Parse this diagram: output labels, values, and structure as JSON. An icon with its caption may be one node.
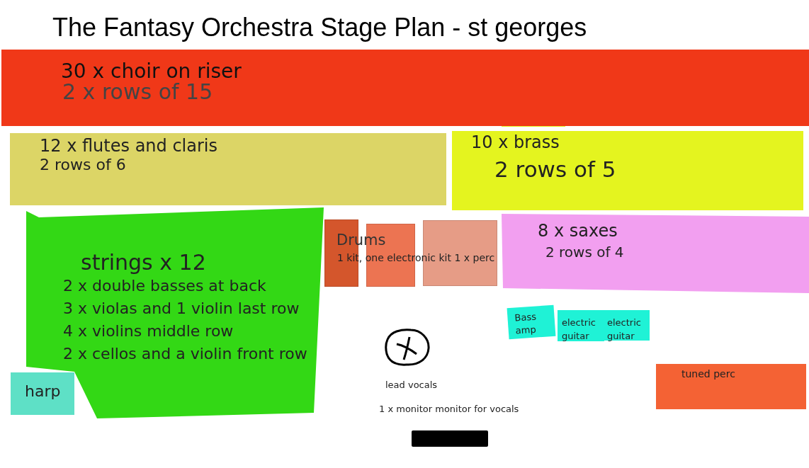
{
  "diagram": {
    "title": "The Fantasy Orchestra Stage Plan - st georges",
    "nodes": [
      {
        "text": [
          "30 x  choir on riser",
          "2 x rows of 15"
        ]
      },
      {
        "text": [
          "12 x flutes and claris",
          "2 rows of 6"
        ]
      },
      {
        "text": [
          "10 x brass",
          "2 rows of 5"
        ]
      },
      {
        "text": [
          "strings x 12",
          "2 x double basses at back",
          "3 x violas and 1 violin last row",
          "4 x violins middle row",
          "2 x cellos and a violin front row"
        ]
      },
      {
        "text": [],
        "shape": "box"
      },
      {
        "text": [],
        "shape": "box"
      },
      {
        "text": [],
        "shape": "box"
      },
      {
        "text": [
          "8 x saxes",
          "2 rows of 4"
        ]
      },
      {
        "text": [
          "Bass amp"
        ]
      },
      {
        "text": [
          "electric guitar"
        ]
      },
      {
        "text": [
          "electric guitar"
        ]
      },
      {
        "text": [
          "harp"
        ]
      },
      {
        "text": [
          "lead vocals"
        ]
      },
      {
        "text": [
          "tuned perc"
        ]
      },
      {
        "text": [],
        "shape": "bar",
        "beside": [
          "1 x monitor monitor for vocals"
        ]
      }
    ],
    "edges": [],
    "labels": [
      "Drums",
      "1 kit, one electronic kit 1 x perc"
    ]
  }
}
